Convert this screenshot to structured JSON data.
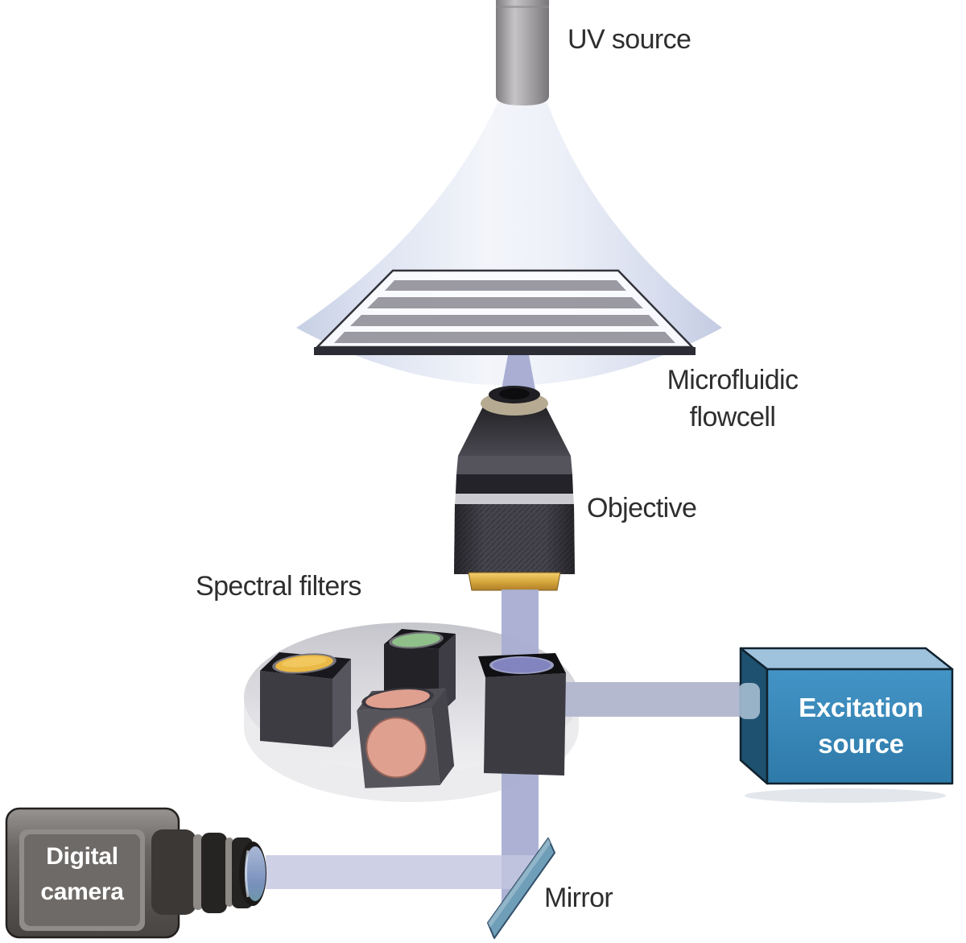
{
  "labels": {
    "uv_source": "UV source",
    "microfluidic_flowcell_line1": "Microfluidic",
    "microfluidic_flowcell_line2": "flowcell",
    "objective": "Objective",
    "spectral_filters": "Spectral filters",
    "excitation_source_line1": "Excitation",
    "excitation_source_line2": "source",
    "mirror": "Mirror",
    "digital_camera_line1": "Digital",
    "digital_camera_line2": "camera"
  },
  "colors": {
    "label_text": "#2e2e2e",
    "box_label_text": "#ffffff",
    "beam": "#a9aed2",
    "beam_horizontal_right": "#b5b9d0",
    "beam_to_camera": "#c3c7e1",
    "light_cone": "#e7ebf5",
    "uv_cylinder": "#a5a3a5",
    "excitation_box_front": "#3a8abd",
    "excitation_box_top": "#9fc2dd",
    "excitation_box_side": "#1d516f",
    "mirror": "#6f9eb8",
    "filter_yellow": "#eab946",
    "filter_green": "#8fc08a",
    "filter_salmon": "#dfa090",
    "filter_blue": "#8184bf",
    "objective_gold_ring": "#d8a83e",
    "filter_wheel_disc": "#e4e4e8",
    "flowcell_channel": "#9b99a2"
  }
}
